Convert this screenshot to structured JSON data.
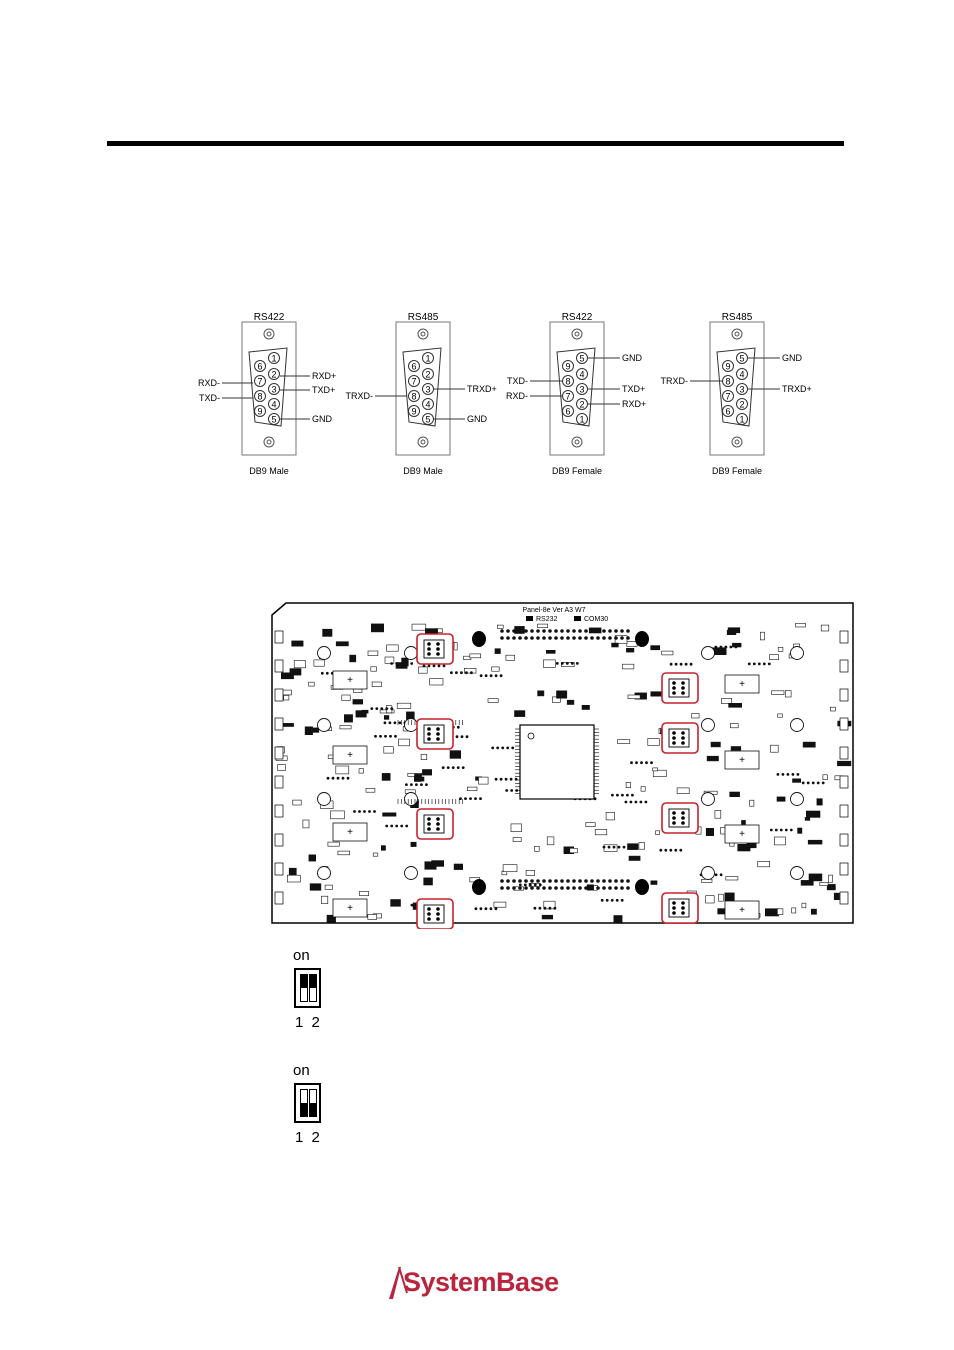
{
  "connectors": [
    {
      "title": "RS422",
      "caption": "DB9 Male",
      "type": "male",
      "left_labels": [
        "RXD-",
        "TXD-"
      ],
      "right_labels": [
        "RXD+",
        "TXD+",
        "GND"
      ],
      "pins_top": [
        "1",
        "2",
        "3",
        "4",
        "5"
      ],
      "pins_bottom": [
        "6",
        "7",
        "8",
        "9"
      ]
    },
    {
      "title": "RS485",
      "caption": "DB9 Male",
      "type": "male",
      "left_labels": [
        "TRXD-"
      ],
      "right_labels": [
        "TRXD+",
        "GND"
      ],
      "pins_top": [
        "1",
        "2",
        "3",
        "4",
        "5"
      ],
      "pins_bottom": [
        "6",
        "7",
        "8",
        "9"
      ]
    },
    {
      "title": "RS422",
      "caption": "DB9 Female",
      "type": "female",
      "left_labels": [
        "TXD-",
        "RXD-"
      ],
      "right_labels": [
        "GND",
        "TXD+",
        "RXD+"
      ],
      "pins_top": [
        "5",
        "4",
        "3",
        "2",
        "1"
      ],
      "pins_bottom": [
        "9",
        "8",
        "7",
        "6"
      ]
    },
    {
      "title": "RS485",
      "caption": "DB9 Female",
      "type": "female",
      "left_labels": [
        "TRXD-"
      ],
      "right_labels": [
        "GND",
        "TRXD+"
      ],
      "pins_top": [
        "5",
        "4",
        "3",
        "2",
        "1"
      ],
      "pins_bottom": [
        "9",
        "8",
        "7",
        "6"
      ]
    }
  ],
  "board": {
    "title": "Panel-8e Ver A3 W7",
    "legend_1": "RS232",
    "legend_2": "COM30",
    "highlight_color": "#c8202c"
  },
  "dip_switches": [
    {
      "on_label": "on",
      "numbers": "1 2",
      "state": "up"
    },
    {
      "on_label": "on",
      "numbers": "1 2",
      "state": "down"
    }
  ],
  "logo": {
    "text": "SystemBase",
    "color": "#b8253c"
  }
}
